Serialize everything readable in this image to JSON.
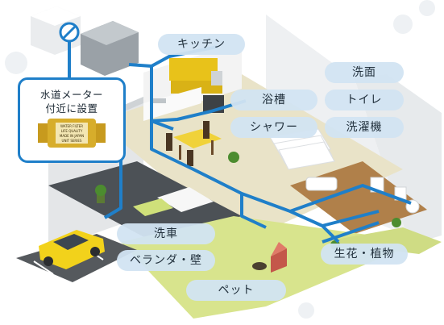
{
  "callout": {
    "line1": "水道メーター",
    "line2": "付近に設置",
    "filter_label_1": "WATER FILTER",
    "filter_label_2": "LIFE QUALITY",
    "filter_label_3": "MADE IN JAPAN",
    "filter_label_4": "UNIT SERIES"
  },
  "labels": {
    "kitchen": "キッチン",
    "washbasin": "洗面",
    "bathtub": "浴槽",
    "toilet": "トイレ",
    "shower": "シャワー",
    "washing_machine": "洗濯機",
    "car_wash": "洗車",
    "veranda_wall": "ベランダ・壁",
    "flowers_plants": "生花・植物",
    "pets": "ペット"
  },
  "colors": {
    "pipe": "#1f7fc9",
    "car": "#f2d21b",
    "kitchen_accent": "#e8c21a",
    "lawn": "#d8e48d",
    "floor_wood": "#b0804a"
  }
}
